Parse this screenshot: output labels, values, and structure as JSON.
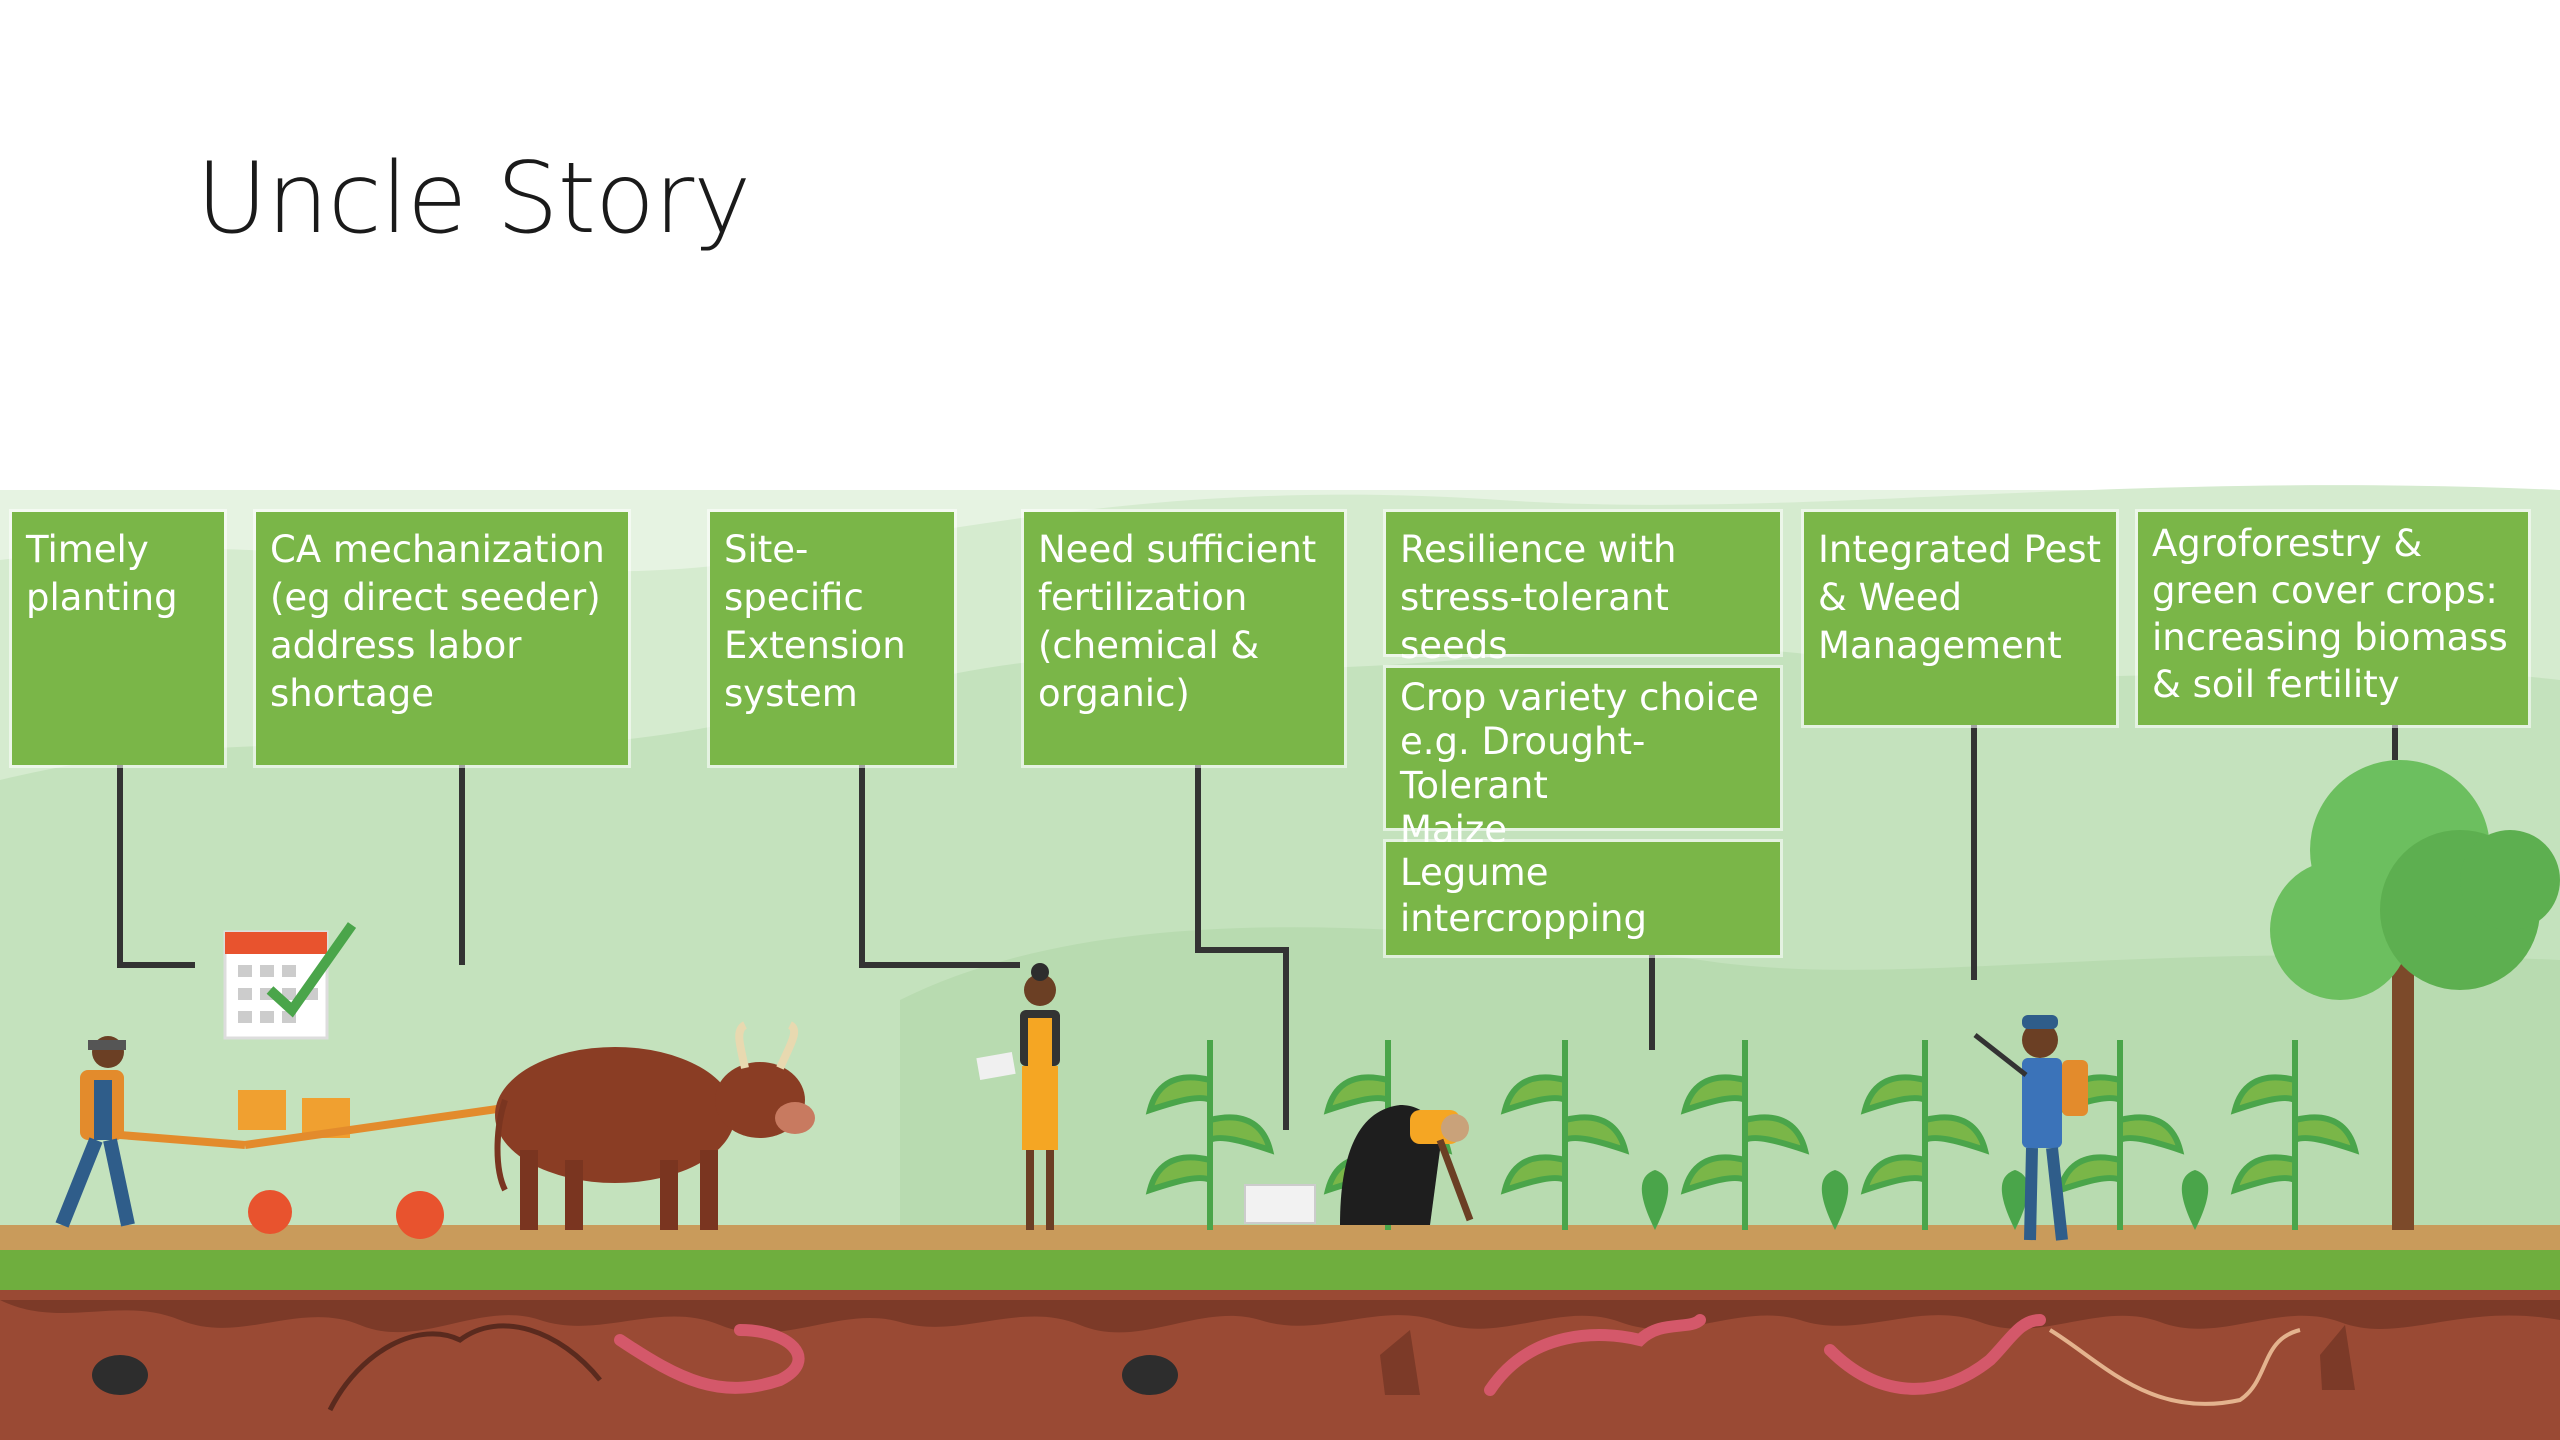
{
  "slide": {
    "title": "Uncle Story"
  },
  "labels": {
    "timely_planting": "Timely\nplanting",
    "ca_mechanization": "CA mechanization\n(eg direct seeder)\naddress labor\nshortage",
    "extension": "Site-specific\nExtension\nsystem",
    "fertilization": "Need sufficient\nfertilization\n(chemical &\norganic)",
    "resilience": "Resilience with\nstress-tolerant seeds",
    "crop_variety": "Crop variety choice\ne.g. Drought-Tolerant\nMaize",
    "legume": "Legume\nintercropping",
    "ipm": "Integrated Pest\n& Weed\nManagement",
    "agroforestry": "Agroforestry &\ngreen cover crops:\nincreasing biomass\n& soil fertility"
  },
  "colors": {
    "label_green": "#7ab648",
    "background_green": "#d7ecd2",
    "grass": "#6fae3e",
    "soil": "#9a4a34",
    "connector": "#333333"
  }
}
